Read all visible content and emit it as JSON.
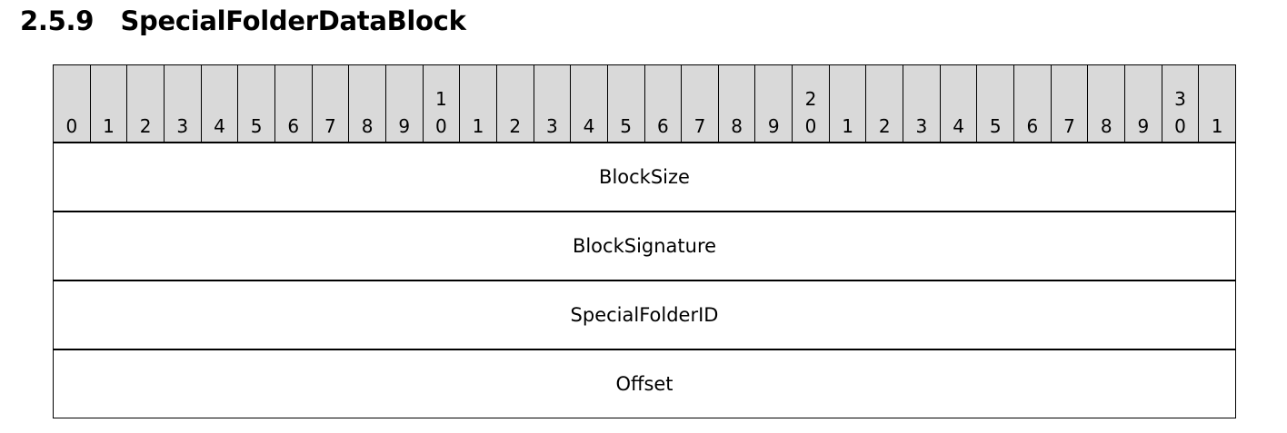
{
  "section": {
    "title": "2.5.9   SpecialFolderDataBlock"
  },
  "bit_header": [
    "0",
    "1",
    "2",
    "3",
    "4",
    "5",
    "6",
    "7",
    "8",
    "9",
    "1\n0",
    "1",
    "2",
    "3",
    "4",
    "5",
    "6",
    "7",
    "8",
    "9",
    "2\n0",
    "1",
    "2",
    "3",
    "4",
    "5",
    "6",
    "7",
    "8",
    "9",
    "3\n0",
    "1"
  ],
  "fields": [
    "BlockSize",
    "BlockSignature",
    "SpecialFolderID",
    "Offset"
  ]
}
